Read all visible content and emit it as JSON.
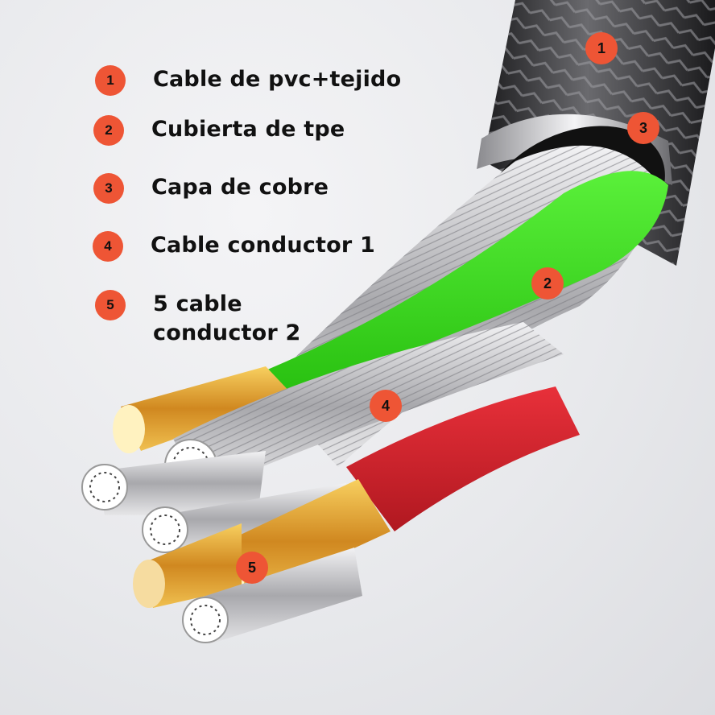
{
  "legend": [
    {
      "number": "1",
      "label": "Cable de pvc+tejido"
    },
    {
      "number": "2",
      "label": "Cubierta de tpe"
    },
    {
      "number": "3",
      "label": "Capa de cobre"
    },
    {
      "number": "4",
      "label": "Cable conductor 1"
    },
    {
      "number": "5",
      "label": "5 cable\nconductor 2"
    }
  ],
  "callouts": [
    {
      "number": "1",
      "part": "braided outer jacket"
    },
    {
      "number": "3",
      "part": "metal ring / copper layer"
    },
    {
      "number": "2",
      "part": "green tpe sheath"
    },
    {
      "number": "4",
      "part": "silver stranded conductor"
    },
    {
      "number": "5",
      "part": "gold copper conductor"
    }
  ],
  "colors": {
    "badge": "#ee5535",
    "green_sheath": "#3fe01a",
    "red_sheath": "#d8202a",
    "copper": "#e0a530",
    "silver": "#c8c8cc",
    "jacket": "#2a2a2c"
  }
}
